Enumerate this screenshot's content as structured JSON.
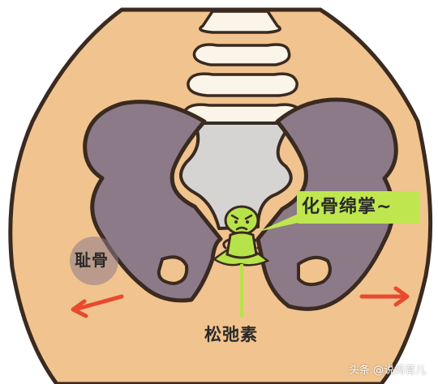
{
  "labels": {
    "callout": "化骨绵掌~",
    "pubic_bone": "耻骨",
    "relaxin": "松弛素"
  },
  "watermark": "头条 @说妈育儿",
  "colors": {
    "background": "#ffffff",
    "skin": "#f1c38e",
    "skin_outline": "#3a2a20",
    "pelvis": "#8c7a88",
    "sacrum": "#d6d3d3",
    "vertebra": "#fbf4e8",
    "relaxin_character": "#b7e34a",
    "callout_box": "#bfe64e",
    "arrow": "#e8492f"
  },
  "icons": {
    "relaxin_character": "angry-relaxin-character",
    "arrows": "outward-arrow-icon"
  }
}
